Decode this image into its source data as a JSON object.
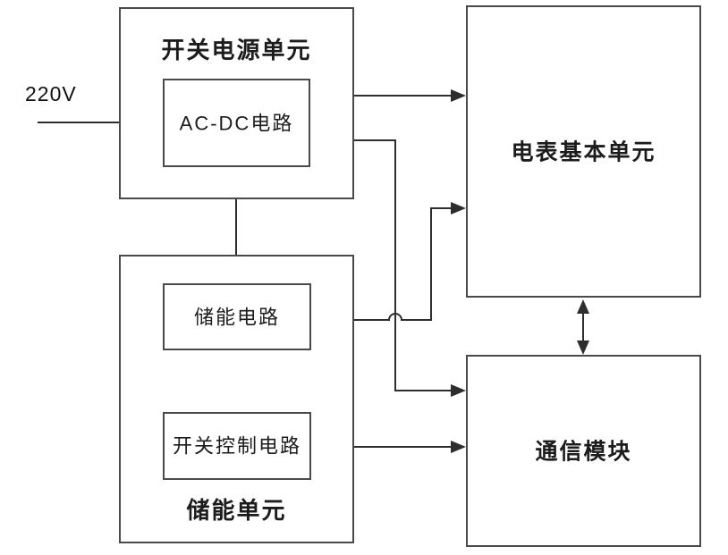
{
  "diagram": {
    "title_hint": "电表电源系统框图",
    "colors": {
      "background": "#ffffff",
      "line": "#2e2e2e",
      "box_border": "#4a4a4a"
    },
    "input": {
      "label": "220V"
    },
    "power_unit": {
      "title": "开关电源单元"
    },
    "storage_unit": {
      "title": "储能单元"
    },
    "blocks": {
      "acdc": {
        "label": "AC-DC电路"
      },
      "storage_circuit": {
        "label": "储能电路"
      },
      "switch_control": {
        "label": "开关控制电路"
      },
      "meter": {
        "label": "电表基本单元"
      },
      "comm": {
        "label": "通信模块"
      }
    },
    "connections": [
      {
        "from": "220V",
        "to": "AC-DC电路",
        "type": "arrow"
      },
      {
        "from": "AC-DC电路",
        "to": "电表基本单元",
        "type": "arrow"
      },
      {
        "from": "AC-DC电路",
        "to": "通信模块",
        "type": "arrow"
      },
      {
        "from": "AC-DC电路",
        "to": "储能电路",
        "type": "arrow"
      },
      {
        "from": "储能电路",
        "to": "电表基本单元",
        "type": "arrow"
      },
      {
        "from": "储能电路",
        "to": "开关控制电路",
        "type": "arrow"
      },
      {
        "from": "开关控制电路",
        "to": "通信模块",
        "type": "arrow"
      },
      {
        "from": "电表基本单元",
        "to": "通信模块",
        "type": "double-arrow"
      }
    ]
  }
}
